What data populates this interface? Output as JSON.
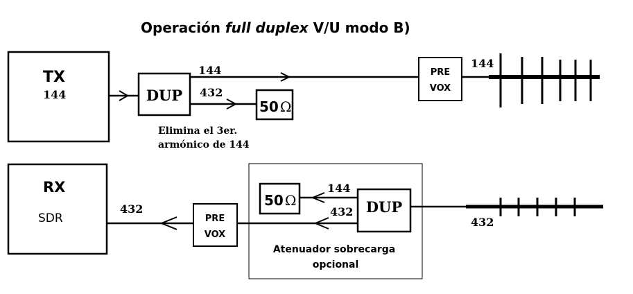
{
  "title": {
    "part1": "Operación ",
    "part2": "full duplex",
    "part3": "  V/U modo B)"
  },
  "tx_block": {
    "label": "TX",
    "freq": "144"
  },
  "rx_block": {
    "label": "RX",
    "sub": "SDR"
  },
  "top_dup": {
    "label": "DUP",
    "out_144": "144",
    "out_432": "432"
  },
  "top_load": {
    "label": "50",
    "unit": "Ω"
  },
  "top_note": {
    "line1": "Elimina el 3er.",
    "line2": "armónico de 144"
  },
  "top_prevox": {
    "line1": "PRE",
    "line2": "VOX"
  },
  "top_antenna": {
    "freq": "144"
  },
  "bottom_dup": {
    "label": "DUP",
    "in_144": "144",
    "in_432": "432"
  },
  "bottom_load": {
    "label": "50",
    "unit": "Ω"
  },
  "bottom_prevox": {
    "line1": "PRE",
    "line2": "VOX"
  },
  "bottom_antenna": {
    "freq": "432"
  },
  "rx_link": {
    "freq": "432"
  },
  "attenuator_note": {
    "line1": "Atenuador sobrecarga",
    "line2": "opcional"
  }
}
